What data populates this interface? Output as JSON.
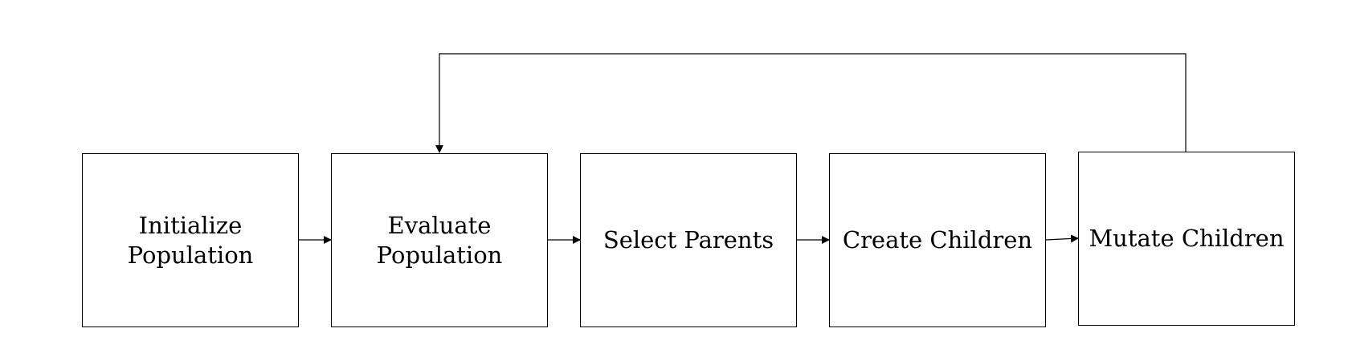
{
  "diagram": {
    "type": "flowchart",
    "line_color": "#000000",
    "box_border_color": "#000000",
    "nodes": [
      {
        "id": "initialize",
        "label": "Initialize\nPopulation"
      },
      {
        "id": "evaluate",
        "label": "Evaluate\nPopulation"
      },
      {
        "id": "select",
        "label": "Select Parents"
      },
      {
        "id": "create",
        "label": "Create Children"
      },
      {
        "id": "mutate",
        "label": "Mutate Children"
      }
    ],
    "edges": [
      {
        "from": "initialize",
        "to": "evaluate"
      },
      {
        "from": "evaluate",
        "to": "select"
      },
      {
        "from": "select",
        "to": "create"
      },
      {
        "from": "create",
        "to": "mutate"
      },
      {
        "from": "mutate",
        "to": "evaluate",
        "kind": "loop-back"
      }
    ]
  }
}
